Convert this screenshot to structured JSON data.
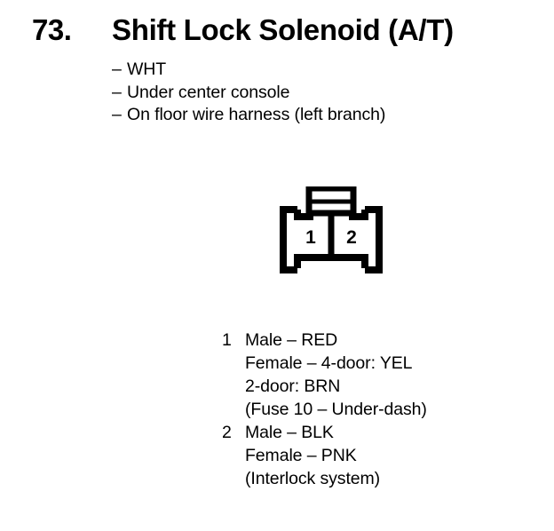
{
  "document": {
    "background_color": "#ffffff",
    "ink_color": "#000000"
  },
  "header": {
    "number": "73.",
    "title": "Shift Lock Solenoid (A/T)"
  },
  "notes": {
    "dash": "–",
    "items": [
      "WHT",
      "Under center console",
      "On floor wire harness (left branch)"
    ]
  },
  "connector": {
    "caption": "2-cavity connector with top latch tab",
    "cavities": [
      {
        "number": "1"
      },
      {
        "number": "2"
      }
    ]
  },
  "pinlist": [
    {
      "number": "1",
      "lines": [
        "Male – RED",
        "Female – 4-door: YEL",
        "2-door: BRN",
        "(Fuse 10 – Under-dash)"
      ]
    },
    {
      "number": "2",
      "lines": [
        "Male – BLK",
        "Female – PNK",
        "(Interlock system)"
      ]
    }
  ]
}
